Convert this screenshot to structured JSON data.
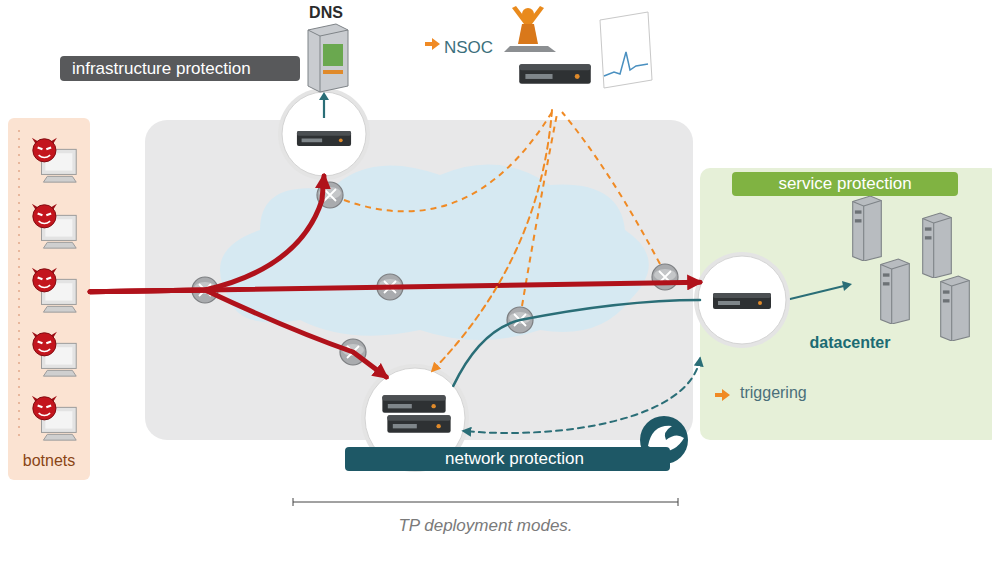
{
  "diagram": {
    "caption": "TP deployment modes.",
    "nodes": [
      {
        "text": [
          "botnets"
        ]
      },
      {
        "text": [
          "DNS",
          "infrastructure protection"
        ]
      },
      {
        "text": [
          "NSOC"
        ]
      },
      {
        "text": [
          "service protection",
          "datacenter"
        ]
      },
      {
        "text": [
          "network protection"
        ]
      }
    ],
    "edges": [
      {
        "from": 0,
        "to": 1,
        "arrow": "to"
      },
      {
        "from": 0,
        "to": 3,
        "arrow": "to"
      },
      {
        "from": 0,
        "to": 4,
        "arrow": "to"
      },
      {
        "from": 3,
        "to": 4,
        "label": "triggering",
        "arrow": "both"
      },
      {
        "from": 4,
        "to": 3,
        "arrow": "none"
      },
      {
        "from": 2,
        "to": 4,
        "arrow": "to"
      }
    ]
  }
}
